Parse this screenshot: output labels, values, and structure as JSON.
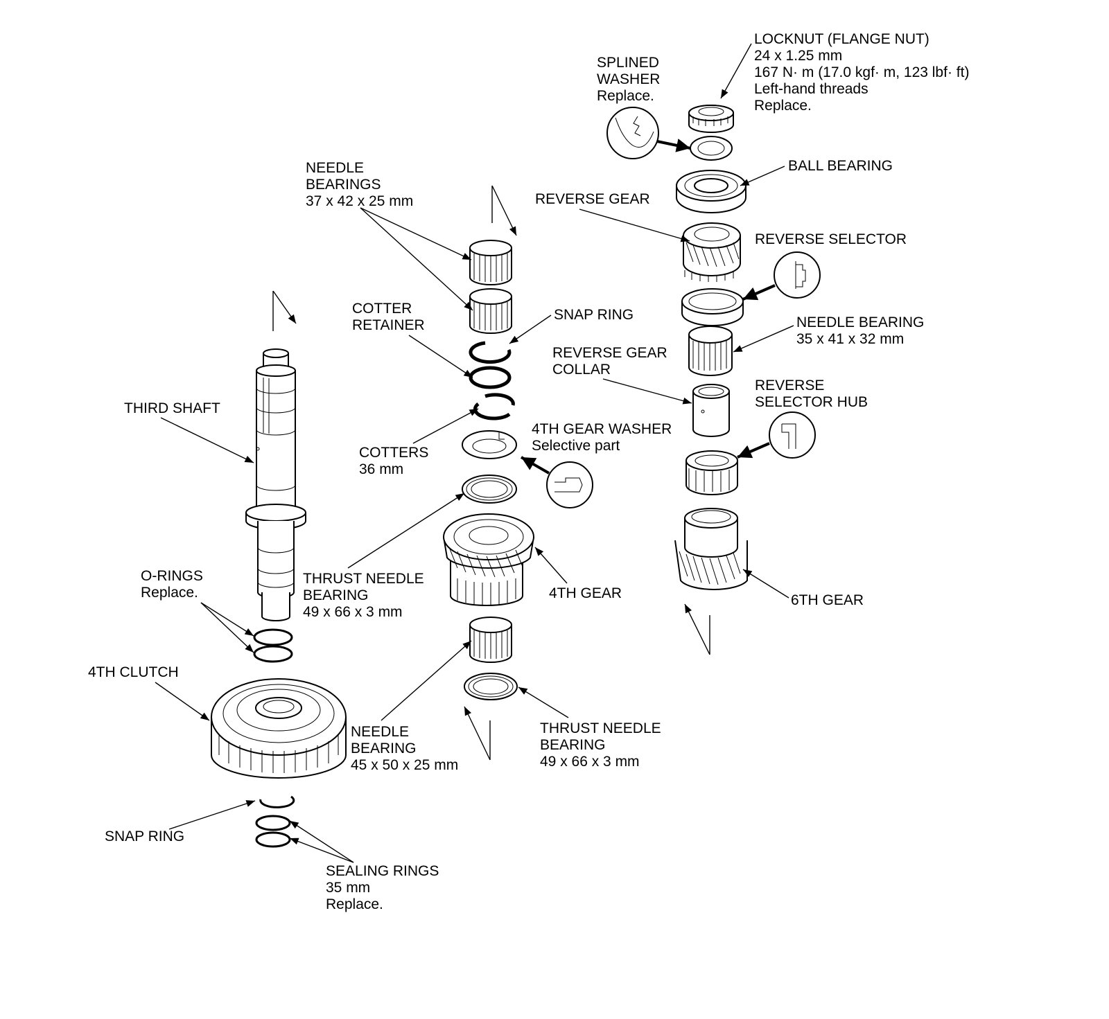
{
  "labels": {
    "locknut": [
      "LOCKNUT (FLANGE NUT)",
      "24 x 1.25 mm",
      "167 N· m (17.0 kgf· m, 123 lbf· ft)",
      "Left-hand threads",
      "Replace."
    ],
    "splined_washer": [
      "SPLINED",
      "WASHER",
      "Replace."
    ],
    "ball_bearing": [
      "BALL BEARING"
    ],
    "reverse_gear": [
      "REVERSE GEAR"
    ],
    "reverse_selector": [
      "REVERSE SELECTOR"
    ],
    "needle_bearing_rev": [
      "NEEDLE BEARING",
      "35 x 41 x 32 mm"
    ],
    "reverse_gear_collar": [
      "REVERSE GEAR",
      "COLLAR"
    ],
    "reverse_selector_hub": [
      "REVERSE",
      "SELECTOR HUB"
    ],
    "sixth_gear": [
      "6TH GEAR"
    ],
    "needle_bearings_top": [
      "NEEDLE",
      "BEARINGS",
      "37 x 42 x 25 mm"
    ],
    "cotter_retainer": [
      "COTTER",
      "RETAINER"
    ],
    "snap_ring_top": [
      "SNAP RING"
    ],
    "cotters": [
      "COTTERS",
      "36 mm"
    ],
    "fourth_gear_washer": [
      "4TH GEAR WASHER",
      "Selective part"
    ],
    "thrust_needle_bearing_top": [
      "THRUST NEEDLE",
      "BEARING",
      "49 x 66 x 3 mm"
    ],
    "fourth_gear": [
      "4TH GEAR"
    ],
    "needle_bearing_bottom": [
      "NEEDLE",
      "BEARING",
      "45 x 50 x 25 mm"
    ],
    "thrust_needle_bearing_bottom": [
      "THRUST NEEDLE",
      "BEARING",
      "49 x 66 x 3 mm"
    ],
    "third_shaft": [
      "THIRD SHAFT"
    ],
    "o_rings": [
      "O-RINGS",
      "Replace."
    ],
    "fourth_clutch": [
      "4TH CLUTCH"
    ],
    "snap_ring_bottom": [
      "SNAP RING"
    ],
    "sealing_rings": [
      "SEALING RINGS",
      "35 mm",
      "Replace."
    ]
  }
}
